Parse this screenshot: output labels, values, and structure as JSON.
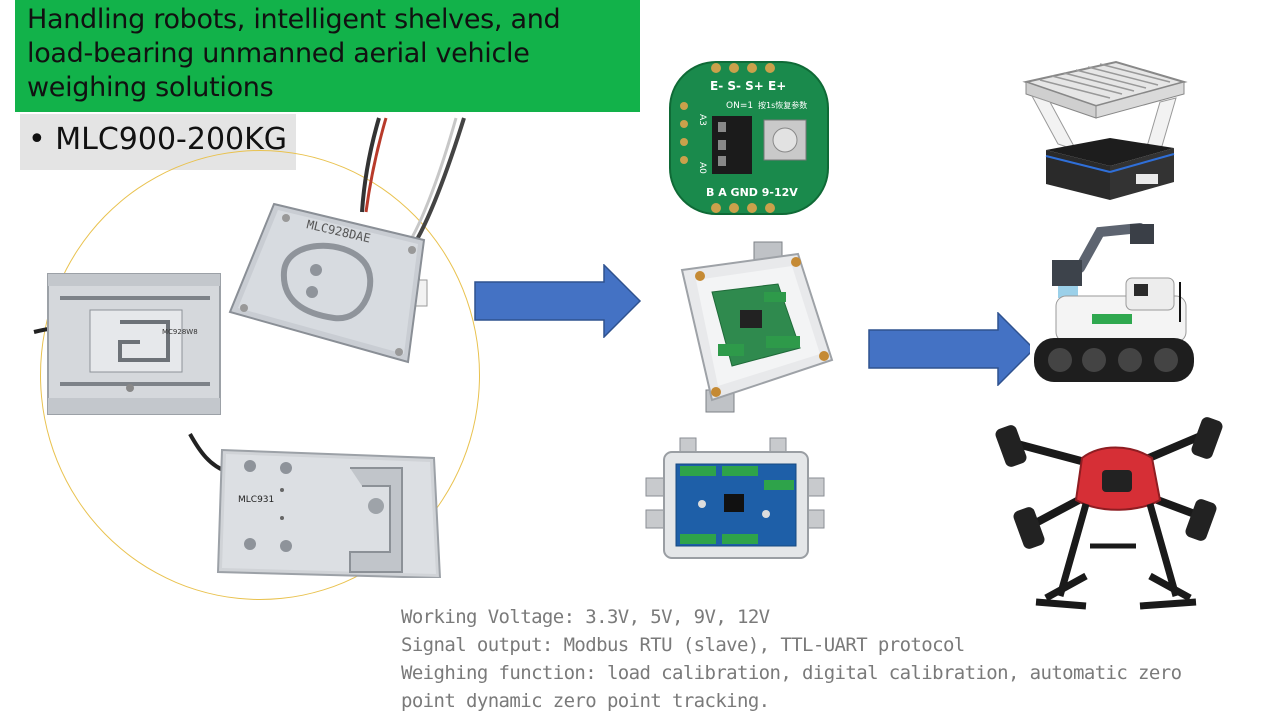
{
  "slide": {
    "title": "Handling robots, intelligent shelves, and load-bearing unmanned aerial vehicle weighing solutions",
    "model_bullet": "• MLC900-200KG"
  },
  "sensors": {
    "top_label": "MLC928DAE",
    "left_label": "MC928W8",
    "bottom_label": "MLC931"
  },
  "modules": {
    "board_top": "E-  S-  S+  E+",
    "board_switch": "ON=1",
    "board_a3": "A3",
    "board_a0": "A0",
    "board_bottom": "B  A  GND 9-12V",
    "board_button": "按1s恢复参数"
  },
  "specs": {
    "line1": "Working Voltage: 3.3V, 5V, 9V, 12V",
    "line2": "Signal output: Modbus RTU (slave), TTL-UART protocol",
    "line3": "Weighing function: load calibration, digital calibration, automatic zero",
    "line4": "point dynamic zero point tracking."
  },
  "colors": {
    "title_bg": "#12b24a",
    "model_bg": "#e4e4e4",
    "arrow": "#4472c4",
    "ellipse": "#e9c24f",
    "spec_text": "#7a7a7a"
  },
  "icons": [
    "right-arrow-icon",
    "load-cell-icon",
    "circuit-board-icon",
    "junction-box-icon",
    "robot-shelf-icon",
    "robot-arm-icon",
    "drone-icon"
  ]
}
